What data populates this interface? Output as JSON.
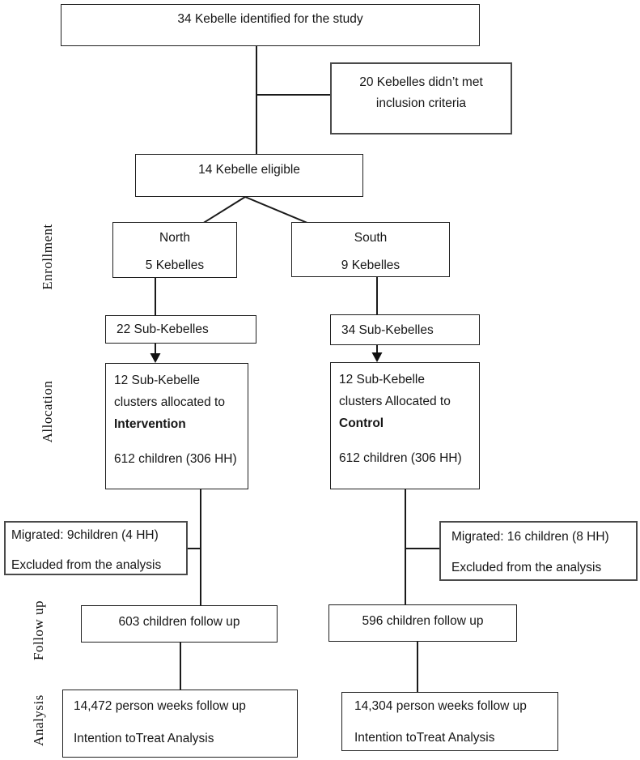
{
  "side_labels": {
    "enrollment": "Enrollment",
    "allocation": "Allocation",
    "follow_up": "Follow up",
    "analysis": "Analysis"
  },
  "boxes": {
    "identified": {
      "text": "34 Kebelle identified for the study"
    },
    "not_eligible": {
      "line1": "20 Kebelles didn’t met",
      "line2": "inclusion criteria"
    },
    "eligible": {
      "text": "14 Kebelle eligible"
    },
    "north": {
      "title": "North",
      "detail": "5 Kebelles"
    },
    "south": {
      "title": "South",
      "detail": "9 Kebelles"
    },
    "north_sub": {
      "text": "22 Sub-Kebelles"
    },
    "south_sub": {
      "text": "34 Sub-Kebelles"
    },
    "intervention": {
      "line1": "12 Sub-Kebelle",
      "line2": "clusters allocated to",
      "line3": "Intervention",
      "line4": "612 children (306 HH)"
    },
    "control": {
      "line1": "12 Sub-Kebelle",
      "line2": "clusters Allocated to",
      "line3": "Control",
      "line4": "612 children (306 HH)"
    },
    "migrated_left": {
      "line1": "Migrated: 9children (4 HH)",
      "line2": "Excluded from the analysis"
    },
    "migrated_right": {
      "line1": "Migrated: 16 children (8 HH)",
      "line2": "Excluded from the analysis"
    },
    "followup_left": {
      "text": "603 children follow up"
    },
    "followup_right": {
      "text": "596 children follow up"
    },
    "analysis_left": {
      "line1": "14,472 person weeks follow up",
      "line2": "Intention toTreat Analysis"
    },
    "analysis_right": {
      "line1": "14,304 person weeks follow up",
      "line2": "Intention toTreat Analysis"
    }
  },
  "colors": {
    "background": "#ffffff",
    "box_border": "#1f1f1f",
    "connector": "#1a1a1a",
    "text": "#161616"
  }
}
